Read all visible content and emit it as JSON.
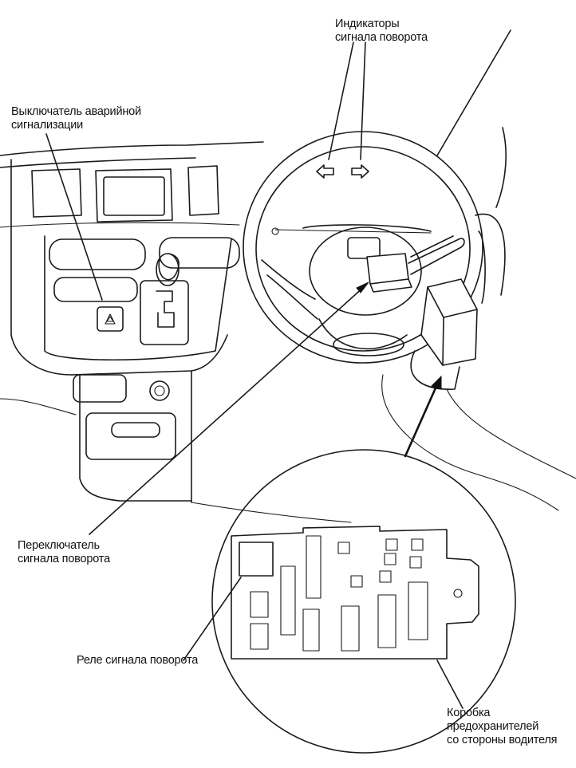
{
  "labels": {
    "turn_indicators": [
      "Индикаторы",
      "сигнала поворота"
    ],
    "hazard_switch": [
      "Выключатель аварийной",
      "сигнализации"
    ],
    "turn_switch": [
      "Переключатель",
      "сигнала поворота"
    ],
    "turn_relay": [
      "Реле сигнала поворота"
    ],
    "fuse_box": [
      "Коробка",
      "предохранителей",
      "со стороны водителя"
    ]
  },
  "colors": {
    "ink": "#1a1a1a",
    "paper": "#ffffff"
  }
}
